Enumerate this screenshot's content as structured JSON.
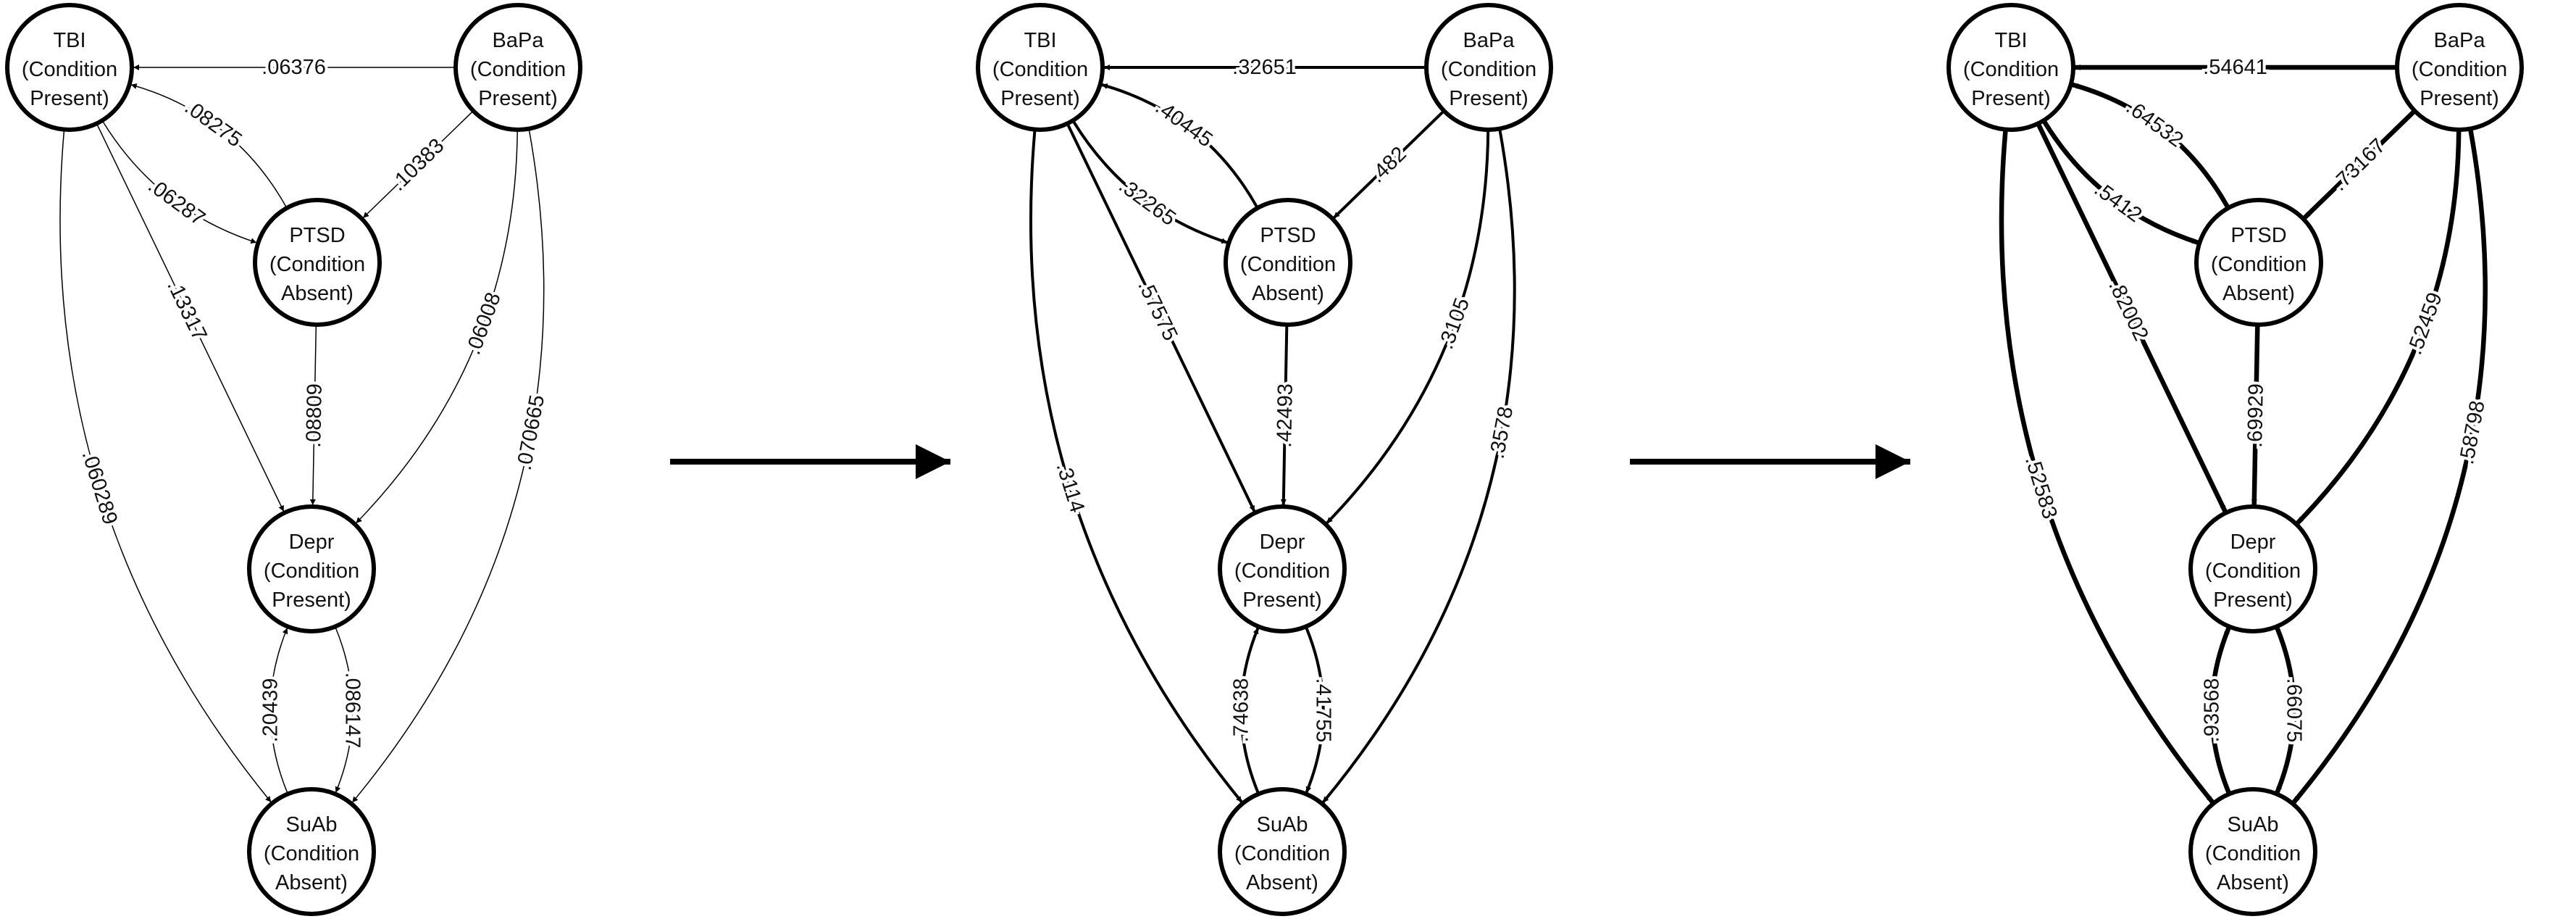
{
  "colors": {
    "stroke": "#000000",
    "background": "#ffffff",
    "text": "#111111"
  },
  "nodes": {
    "TBI": {
      "name": "TBI",
      "state": "(Condition",
      "state2": "Present)"
    },
    "BaPa": {
      "name": "BaPa",
      "state": "(Condition",
      "state2": "Present)"
    },
    "PTSD": {
      "name": "PTSD",
      "state": "(Condition",
      "state2": "Absent)"
    },
    "Depr": {
      "name": "Depr",
      "state": "(Condition",
      "state2": "Present)"
    },
    "SuAb": {
      "name": "SuAb",
      "state": "(Condition",
      "state2": "Absent)"
    }
  },
  "diagrams": [
    {
      "edges": {
        "BaPa_TBI": ".06376",
        "PTSD_TBI": ".08275",
        "TBI_PTSD": ".06287",
        "BaPa_PTSD": ".10383",
        "TBI_Depr": ".13317",
        "TBI_SuAb": ".060289",
        "PTSD_Depr": ".08809",
        "BaPa_Depr": ".06008",
        "BaPa_SuAb": ".070665",
        "SuAb_Depr": ".20439",
        "Depr_SuAb": ".086147"
      }
    },
    {
      "edges": {
        "BaPa_TBI": ".32651",
        "PTSD_TBI": ".40445",
        "TBI_PTSD": ".32265",
        "BaPa_PTSD": ".482",
        "TBI_Depr": ".57575",
        "TBI_SuAb": ".3114",
        "PTSD_Depr": ".42493",
        "BaPa_Depr": ".3105",
        "BaPa_SuAb": ".3578",
        "SuAb_Depr": ".74638",
        "Depr_SuAb": ".41755"
      }
    },
    {
      "edges": {
        "BaPa_TBI": ".54641",
        "PTSD_TBI": ".64532",
        "TBI_PTSD": ".5412",
        "BaPa_PTSD": ".73167",
        "TBI_Depr": ".82002",
        "TBI_SuAb": ".52583",
        "PTSD_Depr": ".69929",
        "BaPa_Depr": ".52459",
        "BaPa_SuAb": ".58798",
        "SuAb_Depr": ".93568",
        "Depr_SuAb": ".66075"
      }
    }
  ]
}
